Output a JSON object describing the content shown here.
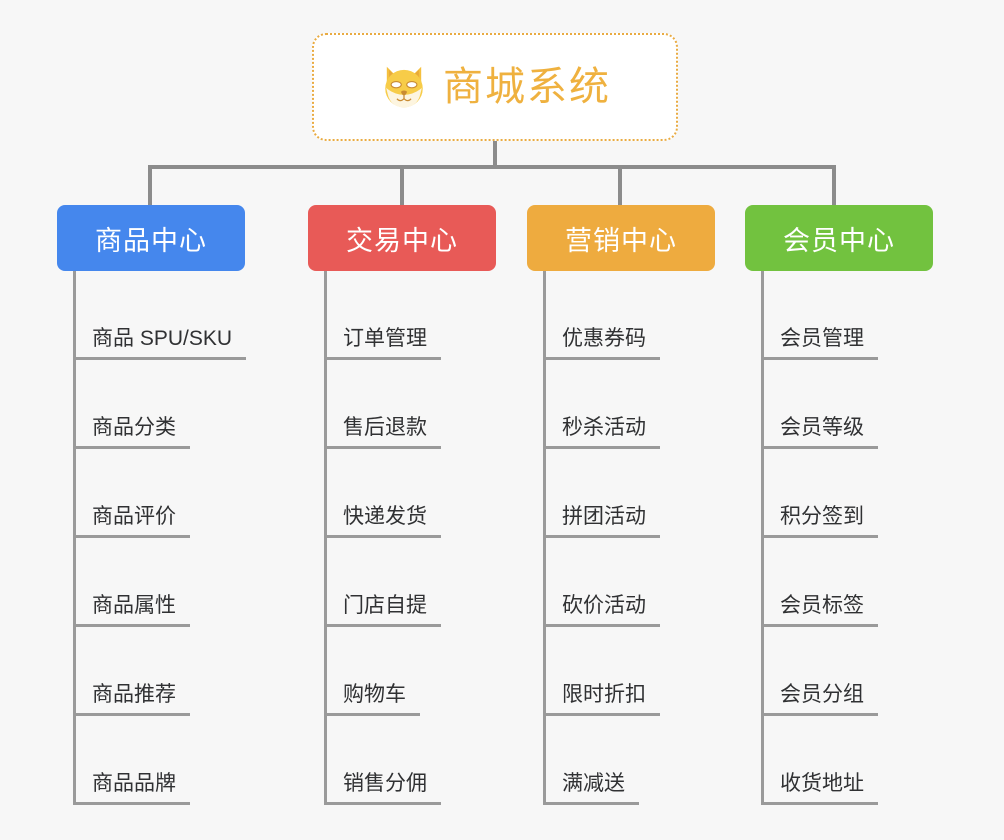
{
  "page": {
    "background_color": "#f7f7f7",
    "diagram_type": "org-chart-mindmap"
  },
  "root": {
    "title": "商城系统",
    "icon": "shiba-inu-dog-face-emoji",
    "border_color": "#e9ab42",
    "text_color": "#efb13f",
    "background_color": "#ffffff"
  },
  "connectors": {
    "color": "#8c8c8c"
  },
  "columns": [
    {
      "header": "商品中心",
      "color": "#4587ed",
      "leaves": [
        "商品 SPU/SKU",
        "商品分类",
        "商品评价",
        "商品属性",
        "商品推荐",
        "商品品牌"
      ]
    },
    {
      "header": "交易中心",
      "color": "#e85a57",
      "leaves": [
        "订单管理",
        "售后退款",
        "快递发货",
        "门店自提",
        "购物车",
        "销售分佣"
      ]
    },
    {
      "header": "营销中心",
      "color": "#eeab3f",
      "leaves": [
        "优惠券码",
        "秒杀活动",
        "拼团活动",
        "砍价活动",
        "限时折扣",
        "满减送"
      ]
    },
    {
      "header": "会员中心",
      "color": "#72c23f",
      "leaves": [
        "会员管理",
        "会员等级",
        "积分签到",
        "会员标签",
        "会员分组",
        "收货地址"
      ]
    }
  ]
}
